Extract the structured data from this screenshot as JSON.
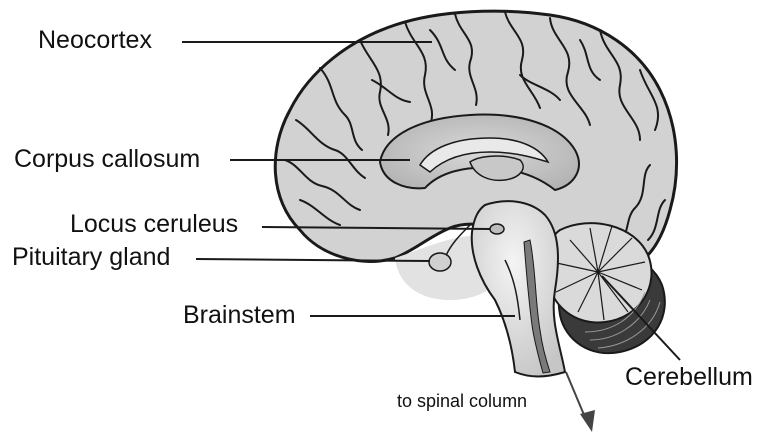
{
  "labels": {
    "neocortex": "Neocortex",
    "corpus_callosum": "Corpus callosum",
    "locus_ceruleus": "Locus ceruleus",
    "pituitary_gland": "Pituitary gland",
    "brainstem": "Brainstem",
    "cerebellum": "Cerebellum",
    "spinal": "to spinal column"
  },
  "colors": {
    "cortex_fill": "#d2d2d2",
    "outline": "#1a1a1a",
    "inner_fill": "#bdbdbd",
    "light_fill": "#e6e6e6",
    "brainstem_fill": "#d8d8d8",
    "arrow": "#444444"
  }
}
